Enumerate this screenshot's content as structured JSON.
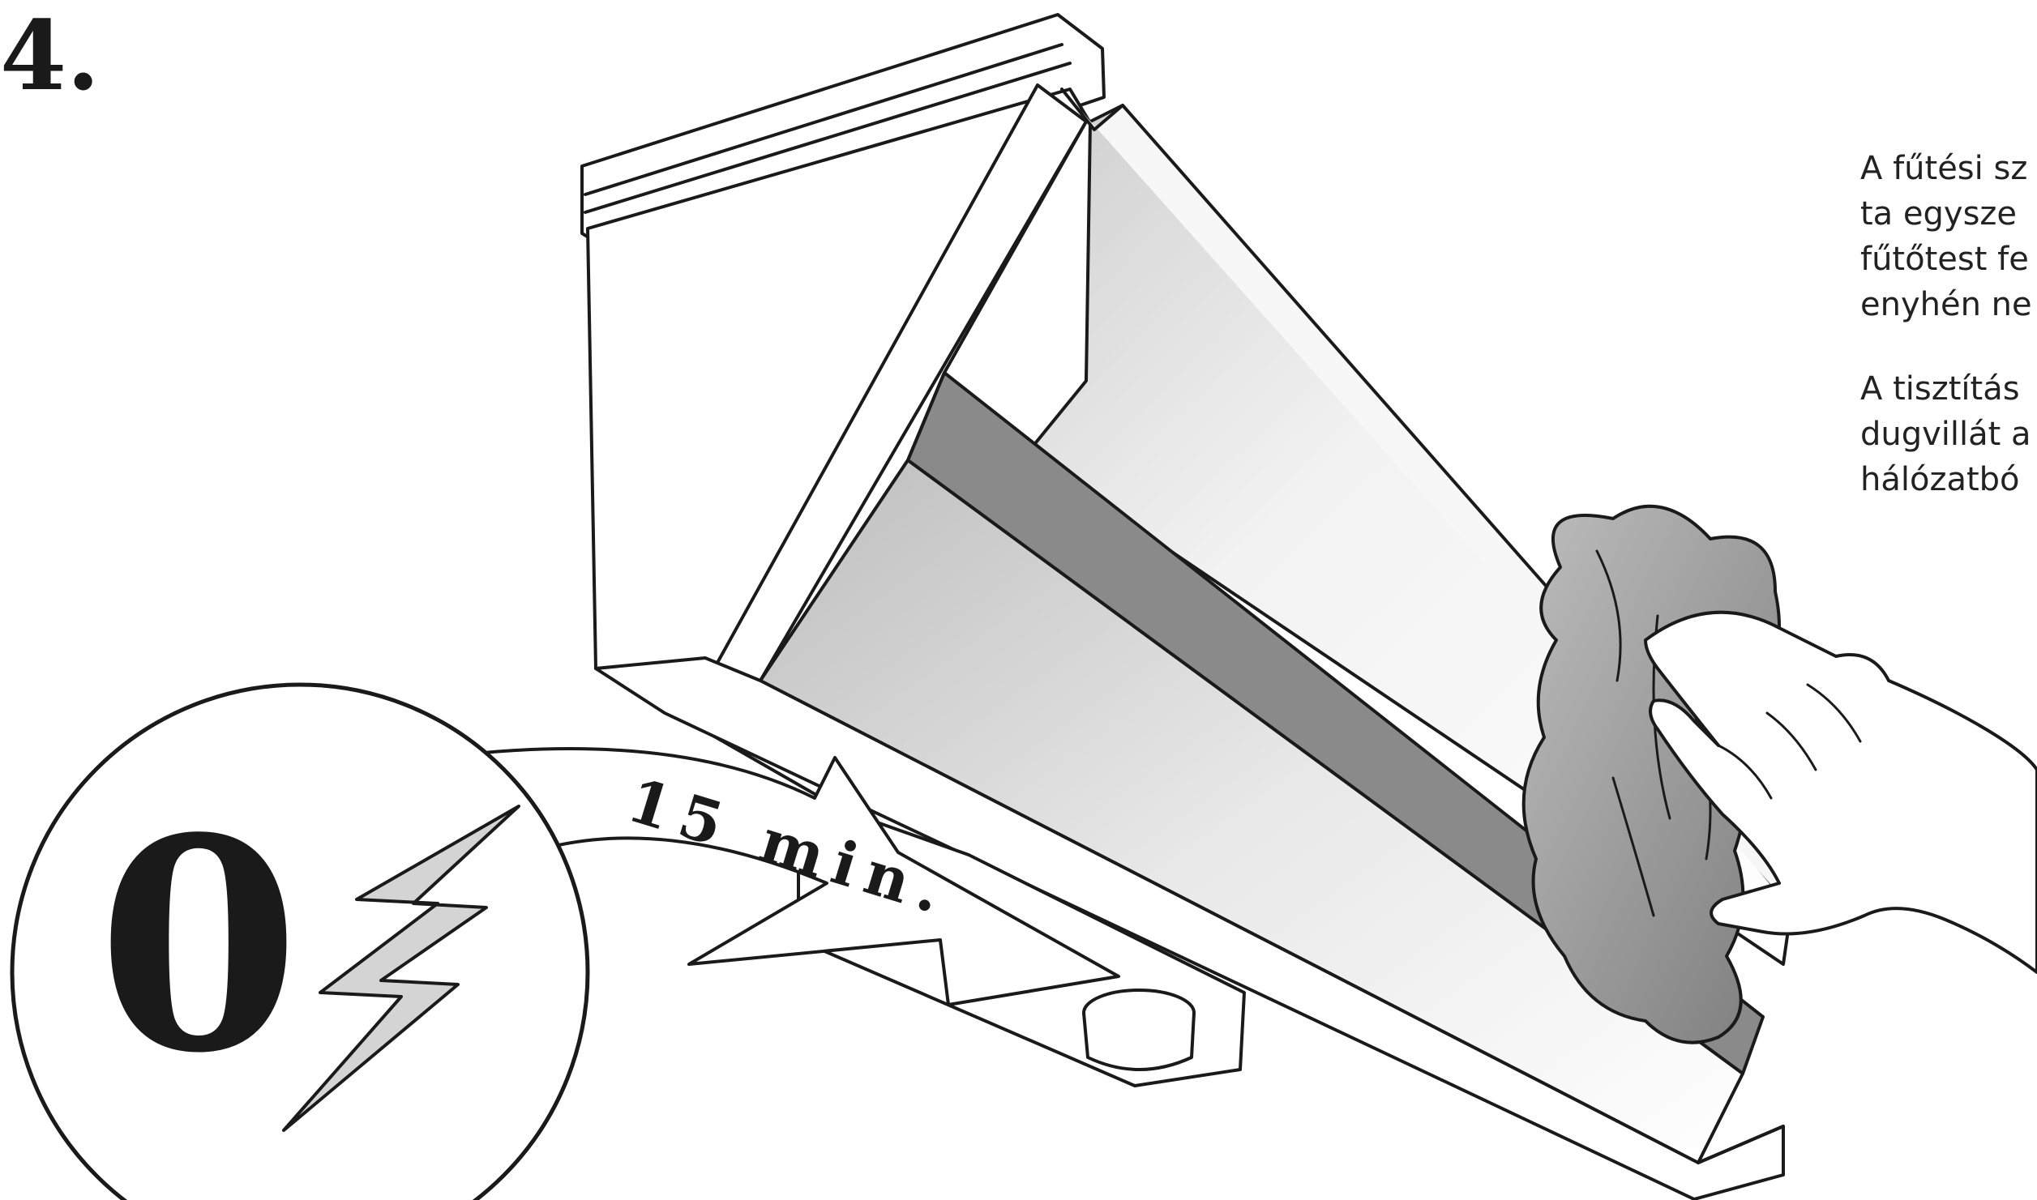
{
  "step": {
    "number": "4."
  },
  "instructions": {
    "paragraph_1": [
      "A fűtési sz",
      "ta egysze",
      "fűtőtest fe",
      "enyhén ne"
    ],
    "paragraph_2": [
      "A tisztítás",
      "dugvillát a",
      "hálózatbó"
    ]
  },
  "switch": {
    "off_label": "0",
    "icon": "lightning-bolt-icon"
  },
  "timer": {
    "label": "15 min."
  },
  "colors": {
    "outline": "#1a1a1a",
    "cloth": "#8c8c8c",
    "panel_light": "#ededed",
    "panel_dark": "#8a8a8a"
  }
}
